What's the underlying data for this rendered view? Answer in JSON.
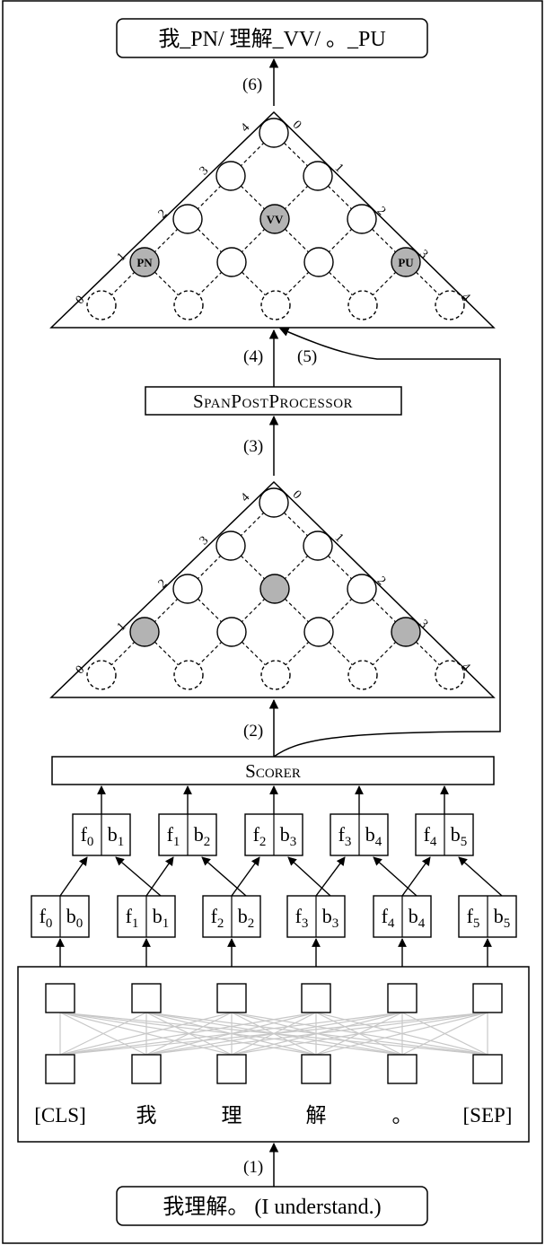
{
  "output_label": "我_PN/ 理解_VV/ 。_PU",
  "input_label": "我理解。 (I understand.)",
  "step_labels": [
    "(1)",
    "(2)",
    "(3)",
    "(4)",
    "(5)",
    "(6)"
  ],
  "modules": {
    "scorer": "SCORER",
    "postprocessor": "SPANPOSTPROCESSOR"
  },
  "tokens": [
    "[CLS]",
    "我",
    "理",
    "解",
    "。",
    "[SEP]"
  ],
  "feature_pairs": [
    {
      "f": "f",
      "fs": "0",
      "b": "b",
      "bs": "0"
    },
    {
      "f": "f",
      "fs": "1",
      "b": "b",
      "bs": "1"
    },
    {
      "f": "f",
      "fs": "2",
      "b": "b",
      "bs": "2"
    },
    {
      "f": "f",
      "fs": "3",
      "b": "b",
      "bs": "3"
    },
    {
      "f": "f",
      "fs": "4",
      "b": "b",
      "bs": "4"
    },
    {
      "f": "f",
      "fs": "5",
      "b": "b",
      "bs": "5"
    }
  ],
  "span_pairs": [
    {
      "f": "f",
      "fs": "0",
      "b": "b",
      "bs": "1"
    },
    {
      "f": "f",
      "fs": "1",
      "b": "b",
      "bs": "2"
    },
    {
      "f": "f",
      "fs": "2",
      "b": "b",
      "bs": "3"
    },
    {
      "f": "f",
      "fs": "3",
      "b": "b",
      "bs": "4"
    },
    {
      "f": "f",
      "fs": "4",
      "b": "b",
      "bs": "5"
    }
  ],
  "left_ticks": [
    "0",
    "1",
    "2",
    "3",
    "4"
  ],
  "right_ticks": [
    "0",
    "1",
    "2",
    "3",
    "4"
  ],
  "node_tags": {
    "pn": "PN",
    "vv": "VV",
    "pu": "PU"
  },
  "colors": {
    "highlight": "#b3b3b3",
    "stroke": "#000000",
    "attention": "#c8c8c8"
  }
}
